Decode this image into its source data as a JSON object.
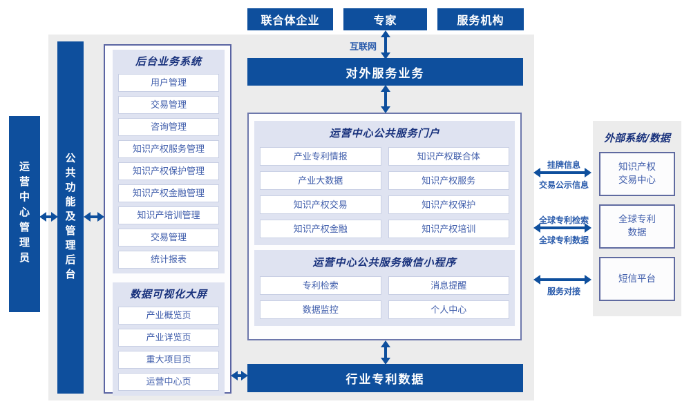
{
  "colors": {
    "primary_blue": "#0e4f9d",
    "panel_gray": "#ececec",
    "section_lavender": "#dfe3f1",
    "header_navy": "#18317c",
    "item_text_blue": "#3f5dab",
    "outline_indigo": "#5a64a2"
  },
  "top_entities": {
    "consortium": "联合体企业",
    "expert": "专家",
    "service_org": "服务机构"
  },
  "internet_label": "互联网",
  "external_service_bar": "对外服务业务",
  "admin_box": "运营中心管理员",
  "public_functions_bar": "公共功能及管理后台",
  "backend_system": {
    "title": "后台业务系统",
    "items": [
      "用户管理",
      "交易管理",
      "咨询管理",
      "知识产权服务管理",
      "知识产权保护管理",
      "知识产权金融管理",
      "知识产培训管理",
      "交易管理",
      "统计报表"
    ]
  },
  "data_visualization": {
    "title": "数据可视化大屏",
    "items": [
      "产业概览页",
      "产业详览页",
      "重大项目页",
      "运营中心页"
    ]
  },
  "portal": {
    "title": "运营中心公共服务门户",
    "items": [
      "产业专利情报",
      "知识产权联合体",
      "产业大数据",
      "知识产权服务",
      "知识产权交易",
      "知识产权保护",
      "知识产权金融",
      "知识产权培训"
    ]
  },
  "miniprogram": {
    "title": "运营中心公共服务微信小程序",
    "items": [
      "专利检索",
      "消息提醒",
      "数据监控",
      "个人中心"
    ]
  },
  "industry_patent_bar": "行业专利数据",
  "external_systems": {
    "title": "外部系统/数据",
    "boxes": [
      {
        "line1": "知识产权",
        "line2": "交易中心"
      },
      {
        "line1": "全球专利",
        "line2": "数据"
      },
      {
        "line1": "短信平台"
      }
    ]
  },
  "right_links": {
    "link1_top": "挂牌信息",
    "link1_bottom": "交易公示信息",
    "link2_top": "全球专利检索",
    "link2_bottom": "全球专利数据",
    "link3_bottom": "服务对接"
  }
}
